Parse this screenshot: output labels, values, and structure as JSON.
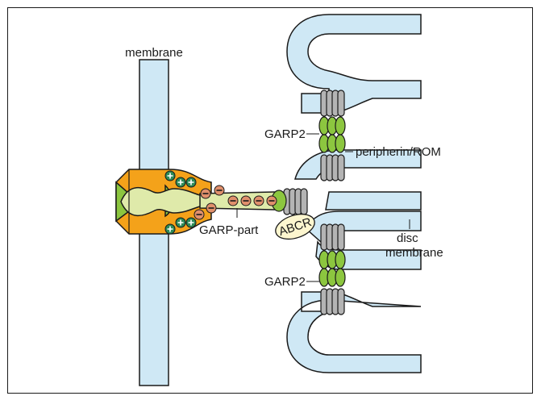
{
  "labels": {
    "membrane": "membrane",
    "garp2_top": "GARP2",
    "peripherin_rom": "peripherin/ROM",
    "garp_part": "GARP-part",
    "abcr": "ABCR",
    "disc_membrane_line1": "disc",
    "disc_membrane_line2": "membrane",
    "garp2_bottom": "GARP2"
  },
  "colors": {
    "membrane_fill": "#cfe8f5",
    "stroke": "#1a1a1a",
    "cgmp_channel_outer": "#f4a21a",
    "cgmp_channel_inner": "#dfeaaa",
    "channel_green": "#8cc63f",
    "garp_ellipse": "#8cc63f",
    "rom_grey": "#b4b4b4",
    "plus_charge": "#2e8b57",
    "minus_charge": "#e0906c",
    "abcr_fill": "#fdf6cf"
  },
  "icons": {
    "plus_charge": "plus-circle-icon",
    "minus_charge": "minus-circle-icon"
  }
}
